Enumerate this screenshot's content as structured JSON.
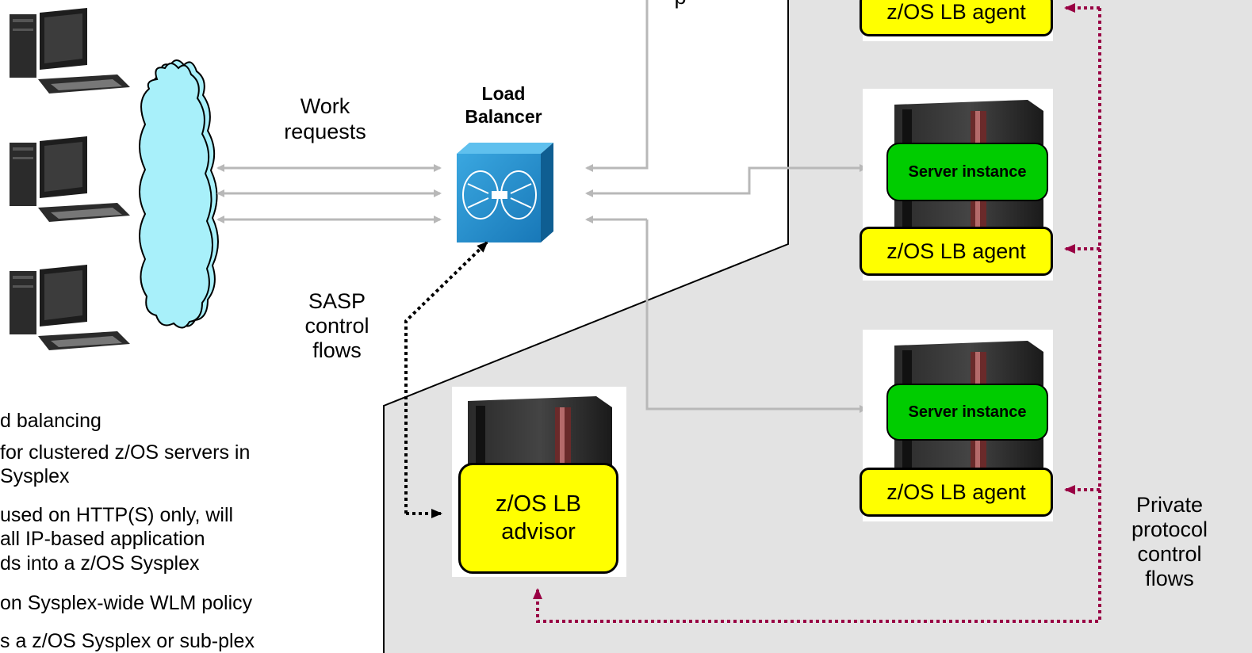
{
  "labels": {
    "work_requests": [
      "Work",
      "requests"
    ],
    "load_balancer": [
      "Load",
      "Balancer"
    ],
    "sasp": [
      "SASP",
      "control",
      "flows"
    ],
    "private_protocol": [
      "Private",
      "protocol",
      "control",
      "flows"
    ],
    "top_partial": "p"
  },
  "agents": {
    "agent_top": "z/OS LB agent",
    "agent_mid": "z/OS LB agent",
    "agent_bottom": "z/OS LB agent"
  },
  "servers": {
    "server_mid": "Server instance",
    "server_bottom": "Server instance"
  },
  "advisor": [
    "z/OS LB",
    "advisor"
  ],
  "bullets": [
    "d balancing",
    " for clustered z/OS servers in",
    "Sysplex",
    "used on HTTP(S) only, will",
    "all IP-based application",
    "ds into a z/OS Sysplex",
    "on Sysplex-wide WLM policy",
    "s a z/OS Sysplex or sub-plex"
  ],
  "colors": {
    "sysplex_region": "#e3e3e3",
    "agent_fill": "#ffff00",
    "server_fill": "#00cc00",
    "cloud_fill": "#a8f0fa",
    "private_flow": "#990044",
    "work_arrow": "#b8b8b8",
    "lb_fill": "#1e8fcc"
  },
  "icons": [
    "workstation-icon",
    "network-cloud-icon",
    "load-balancer-icon",
    "mainframe-icon"
  ]
}
